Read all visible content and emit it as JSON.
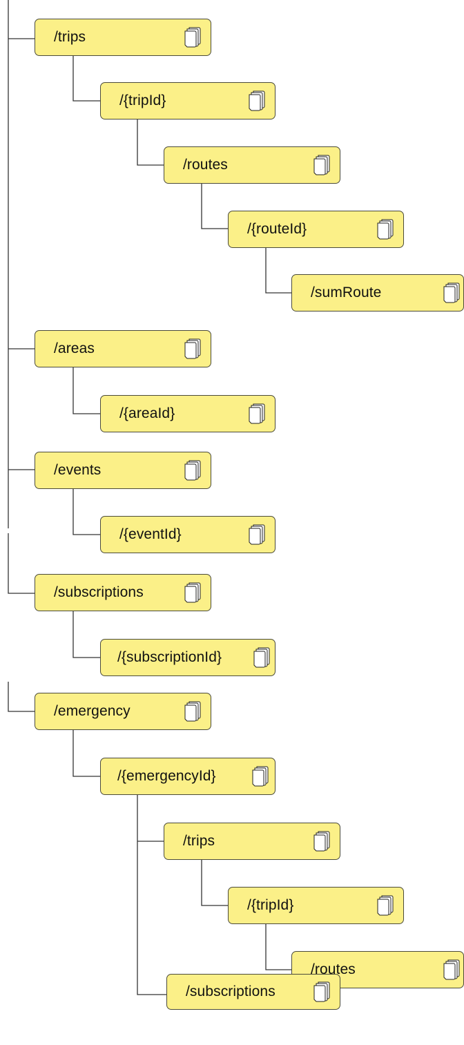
{
  "colors": {
    "node_fill": "#fbf088",
    "node_border": "#4a4a3a",
    "connector": "#333333"
  },
  "resource_icon": "document-stack-icon",
  "nodes": [
    {
      "id": "trips",
      "label": "/trips",
      "parent": null
    },
    {
      "id": "tripId",
      "label": "/{tripId}",
      "parent": "trips"
    },
    {
      "id": "routes",
      "label": "/routes",
      "parent": "tripId"
    },
    {
      "id": "routeId",
      "label": "/{routeId}",
      "parent": "routes"
    },
    {
      "id": "sumRoute",
      "label": "/sumRoute",
      "parent": "routeId"
    },
    {
      "id": "areas",
      "label": "/areas",
      "parent": null
    },
    {
      "id": "areaId",
      "label": "/{areaId}",
      "parent": "areas"
    },
    {
      "id": "events",
      "label": "/events",
      "parent": null
    },
    {
      "id": "eventId",
      "label": "/{eventId}",
      "parent": "events"
    },
    {
      "id": "subscriptions",
      "label": "/subscriptions",
      "parent": null
    },
    {
      "id": "subscriptionId",
      "label": "/{subscriptionId}",
      "parent": "subscriptions"
    },
    {
      "id": "emergency",
      "label": "/emergency",
      "parent": null
    },
    {
      "id": "emergencyId",
      "label": "/{emergencyId}",
      "parent": "emergency"
    },
    {
      "id": "em_trips",
      "label": "/trips",
      "parent": "emergencyId"
    },
    {
      "id": "em_tripId",
      "label": "/{tripId}",
      "parent": "em_trips"
    },
    {
      "id": "em_routes",
      "label": "/routes",
      "parent": "em_tripId"
    },
    {
      "id": "em_subscriptions",
      "label": "/subscriptions",
      "parent": "emergencyId"
    }
  ]
}
